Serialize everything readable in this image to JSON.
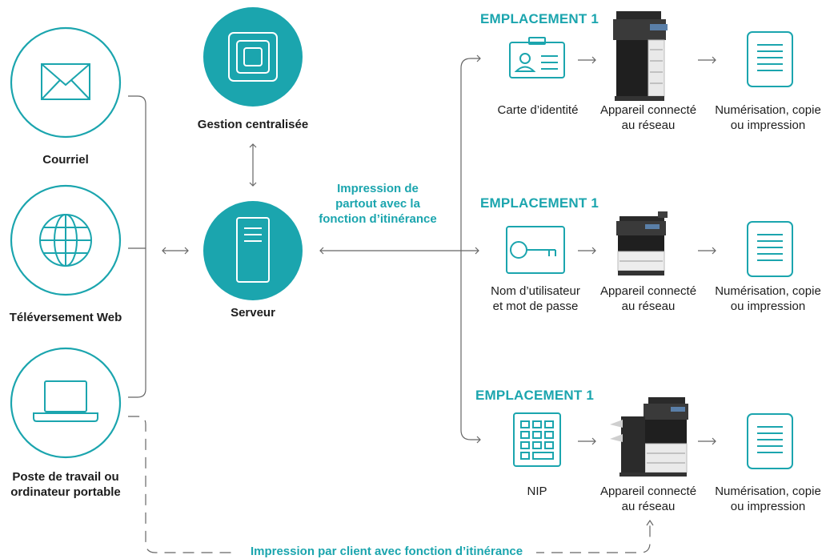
{
  "colors": {
    "accent": "#1ba5ae",
    "line": "#666666",
    "dark": "#222222"
  },
  "sources": {
    "email": "Courriel",
    "web": "Téléversement Web",
    "laptop_line1": "Poste de travail ou",
    "laptop_line2": "ordinateur portable"
  },
  "central": {
    "management": "Gestion centralisée",
    "server": "Serveur"
  },
  "roaming": {
    "line1": "Impression de",
    "line2": "partout avec la",
    "line3": "fonction d’itinérance"
  },
  "client_roaming": "Impression par client avec fonction d’itinérance",
  "locations": [
    {
      "title": "EMPLACEMENT 1",
      "auth_line1": "Carte d’identité",
      "auth_line2": "",
      "device_line1": "Appareil connecté",
      "device_line2": "au réseau",
      "output_line1": "Numérisation, copie",
      "output_line2": "ou impression",
      "auth_icon": "id-card-icon"
    },
    {
      "title": "EMPLACEMENT 1",
      "auth_line1": "Nom d’utilisateur",
      "auth_line2": "et mot de passe",
      "device_line1": "Appareil connecté",
      "device_line2": "au réseau",
      "output_line1": "Numérisation, copie",
      "output_line2": "ou impression",
      "auth_icon": "key-icon"
    },
    {
      "title": "EMPLACEMENT 1",
      "auth_line1": "NIP",
      "auth_line2": "",
      "device_line1": "Appareil connecté",
      "device_line2": "au réseau",
      "output_line1": "Numérisation, copie",
      "output_line2": "ou impression",
      "auth_icon": "keypad-icon"
    }
  ]
}
